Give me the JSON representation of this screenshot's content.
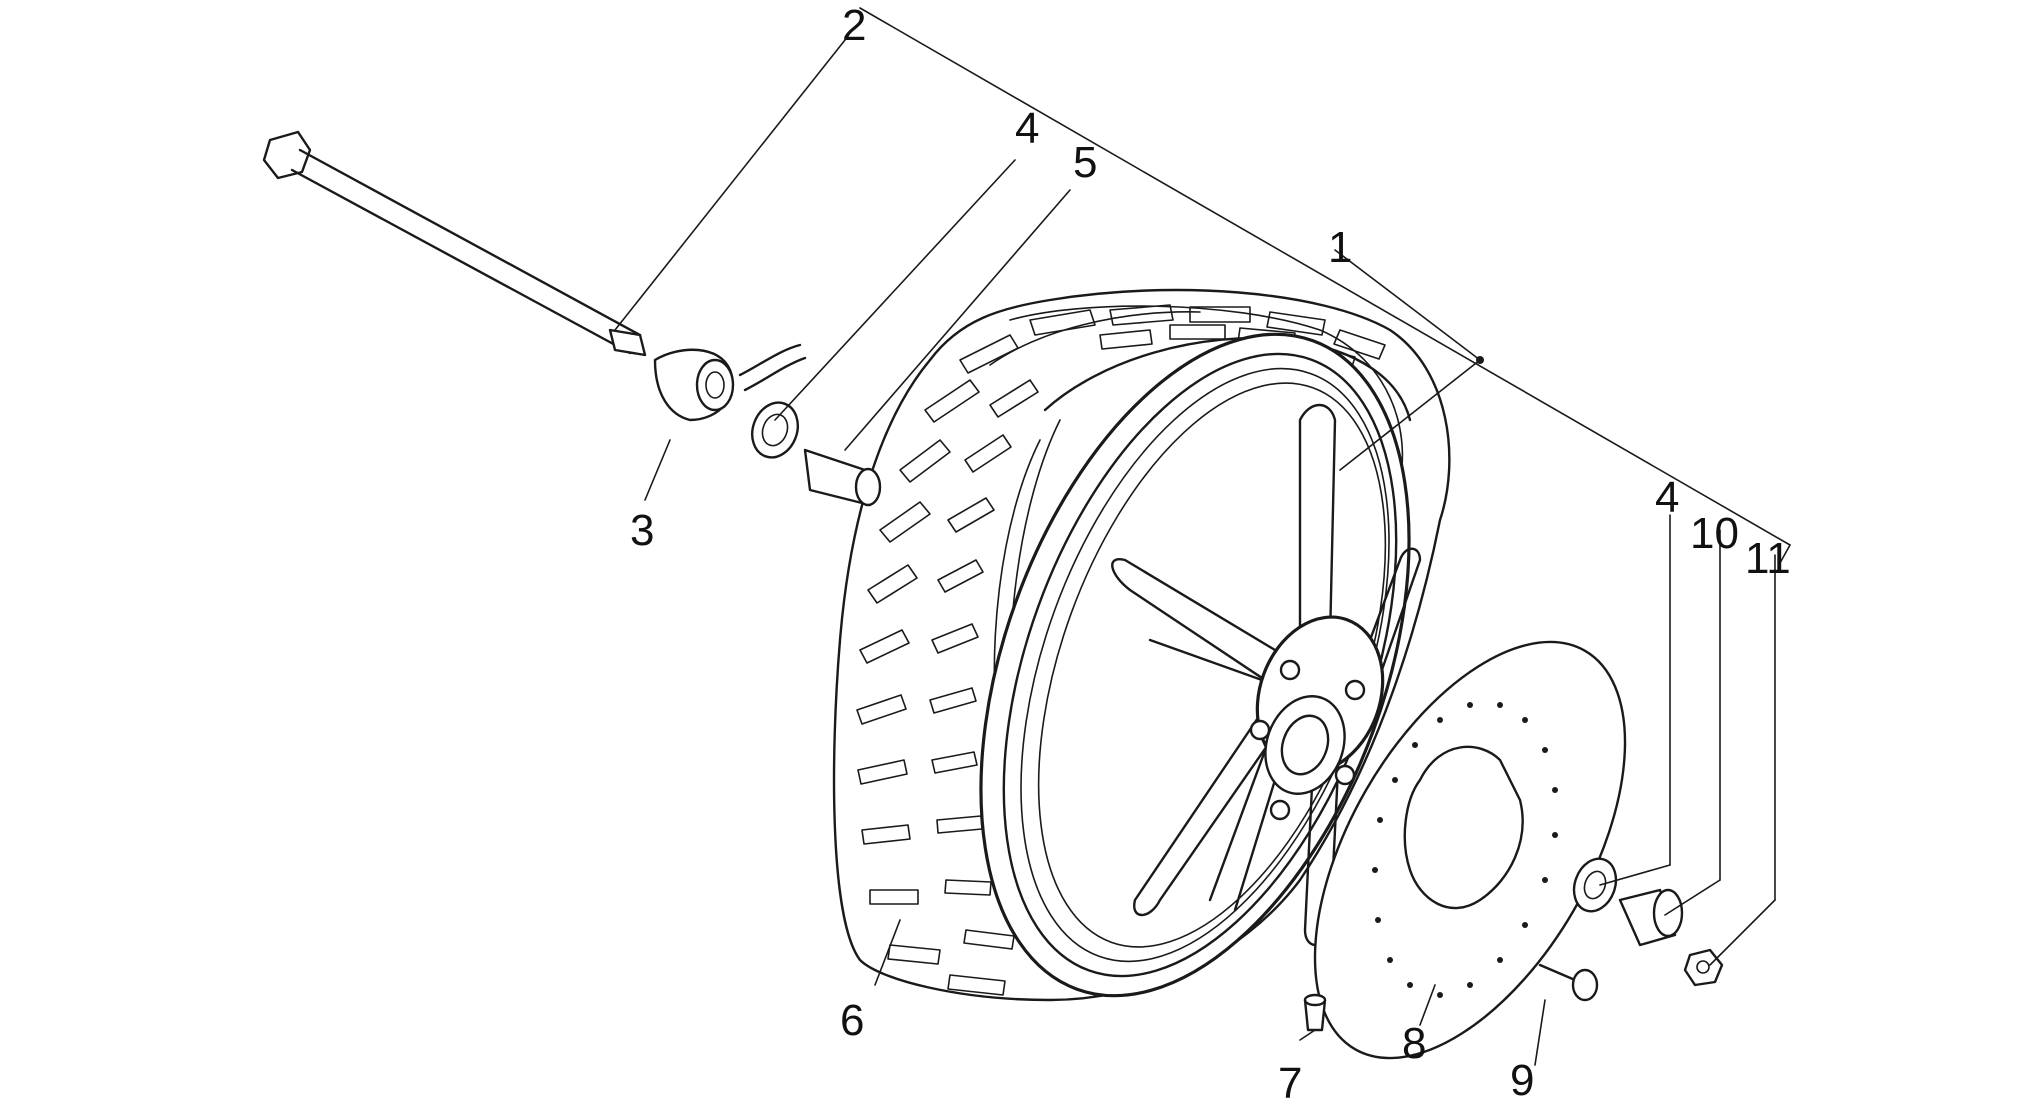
{
  "diagram": {
    "callouts": [
      {
        "id": "1",
        "label": "1"
      },
      {
        "id": "2",
        "label": "2"
      },
      {
        "id": "3",
        "label": "3"
      },
      {
        "id": "4a",
        "label": "4"
      },
      {
        "id": "5",
        "label": "5"
      },
      {
        "id": "6",
        "label": "6"
      },
      {
        "id": "7",
        "label": "7"
      },
      {
        "id": "8",
        "label": "8"
      },
      {
        "id": "9",
        "label": "9"
      },
      {
        "id": "4b",
        "label": "4"
      },
      {
        "id": "10",
        "label": "10"
      },
      {
        "id": "11",
        "label": "11"
      }
    ],
    "parts": [
      "axle-bolt",
      "speedometer-drive",
      "wheel-bearing",
      "spacer",
      "tyre",
      "rim",
      "valve",
      "brake-disc",
      "disc-bolt",
      "wheel-bearing",
      "spacer-bush",
      "axle-nut"
    ]
  }
}
